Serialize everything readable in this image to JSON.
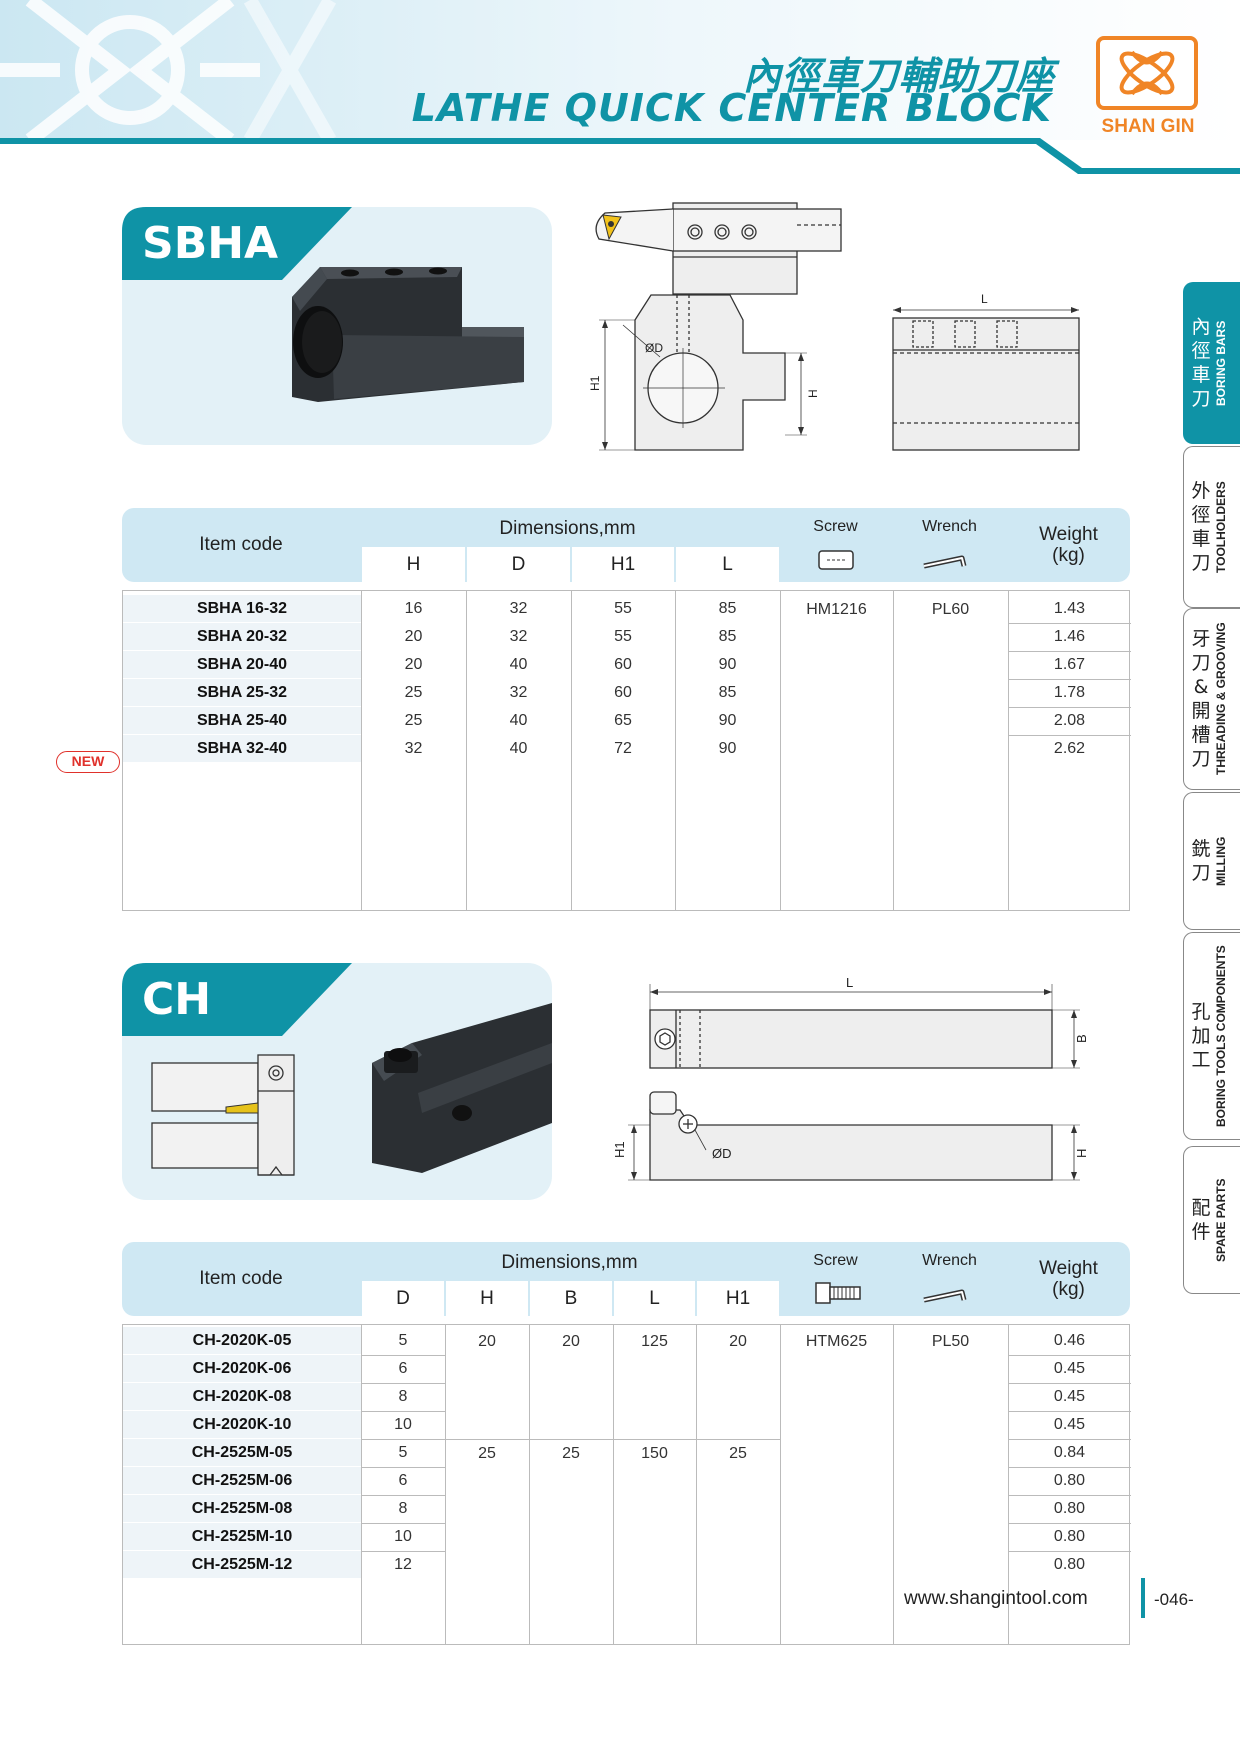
{
  "header": {
    "title_cn": "內徑車刀輔助刀座",
    "title_en": "LATHE QUICK CENTER BLOCK",
    "brand": "SHAN GIN",
    "accent_color": "#0f93a6",
    "brand_color": "#f08526"
  },
  "side_tabs": [
    {
      "cn": [
        "內",
        "徑",
        "車",
        "刀"
      ],
      "en": "BORING BARS",
      "active": true
    },
    {
      "cn": [
        "外",
        "徑",
        "車",
        "刀"
      ],
      "en": "TOOLHOLDERS",
      "active": false
    },
    {
      "cn": [
        "牙",
        "刀",
        "&",
        "開",
        "槽",
        "刀"
      ],
      "en": "THREADING & GROOVING",
      "active": false
    },
    {
      "cn": [
        "銑",
        "刀"
      ],
      "en": "MILLING",
      "active": false
    },
    {
      "cn": [
        "孔",
        "加",
        "工"
      ],
      "en": "BORING TOOLS COMPONENTS",
      "active": false
    },
    {
      "cn": [
        "配",
        "件"
      ],
      "en": "SPARE PARTS",
      "active": false
    }
  ],
  "sbha": {
    "tag": "SBHA",
    "drawing_labels": {
      "d": "ØD",
      "h1": "H1",
      "h": "H",
      "l": "L"
    },
    "table": {
      "item_code": "Item code",
      "dimensions": "Dimensions,mm",
      "cols": [
        "H",
        "D",
        "H1",
        "L"
      ],
      "screw": "Screw",
      "wrench": "Wrench",
      "weight": "Weight",
      "weight_unit": "(kg)",
      "screw_value": "HM1216",
      "wrench_value": "PL60",
      "rows": [
        {
          "code": "SBHA 16-32",
          "h": "16",
          "d": "32",
          "h1": "55",
          "l": "85",
          "w": "1.43"
        },
        {
          "code": "SBHA 20-32",
          "h": "20",
          "d": "32",
          "h1": "55",
          "l": "85",
          "w": "1.46"
        },
        {
          "code": "SBHA 20-40",
          "h": "20",
          "d": "40",
          "h1": "60",
          "l": "90",
          "w": "1.67"
        },
        {
          "code": "SBHA 25-32",
          "h": "25",
          "d": "32",
          "h1": "60",
          "l": "85",
          "w": "1.78"
        },
        {
          "code": "SBHA 25-40",
          "h": "25",
          "d": "40",
          "h1": "65",
          "l": "90",
          "w": "2.08"
        },
        {
          "code": "SBHA 32-40",
          "h": "32",
          "d": "40",
          "h1": "72",
          "l": "90",
          "w": "2.62"
        }
      ],
      "new_badge": "NEW"
    }
  },
  "ch": {
    "tag": "CH",
    "drawing_labels": {
      "l": "L",
      "b": "B",
      "h1": "H1",
      "h": "H",
      "d": "ØD"
    },
    "table": {
      "item_code": "Item code",
      "dimensions": "Dimensions,mm",
      "cols": [
        "D",
        "H",
        "B",
        "L",
        "H1"
      ],
      "screw": "Screw",
      "wrench": "Wrench",
      "weight": "Weight",
      "weight_unit": "(kg)",
      "screw_value": "HTM625",
      "wrench_value": "PL50",
      "group_a": {
        "h": "20",
        "b": "20",
        "l": "125",
        "h1": "20"
      },
      "group_b": {
        "h": "25",
        "b": "25",
        "l": "150",
        "h1": "25"
      },
      "rows": [
        {
          "code": "CH-2020K-05",
          "d": "5",
          "w": "0.46"
        },
        {
          "code": "CH-2020K-06",
          "d": "6",
          "w": "0.45"
        },
        {
          "code": "CH-2020K-08",
          "d": "8",
          "w": "0.45"
        },
        {
          "code": "CH-2020K-10",
          "d": "10",
          "w": "0.45"
        },
        {
          "code": "CH-2525M-05",
          "d": "5",
          "w": "0.84"
        },
        {
          "code": "CH-2525M-06",
          "d": "6",
          "w": "0.80"
        },
        {
          "code": "CH-2525M-08",
          "d": "8",
          "w": "0.80"
        },
        {
          "code": "CH-2525M-10",
          "d": "10",
          "w": "0.80"
        },
        {
          "code": "CH-2525M-12",
          "d": "12",
          "w": "0.80"
        }
      ]
    }
  },
  "footer": {
    "url": "www.shangintool.com",
    "page": "-046-"
  }
}
